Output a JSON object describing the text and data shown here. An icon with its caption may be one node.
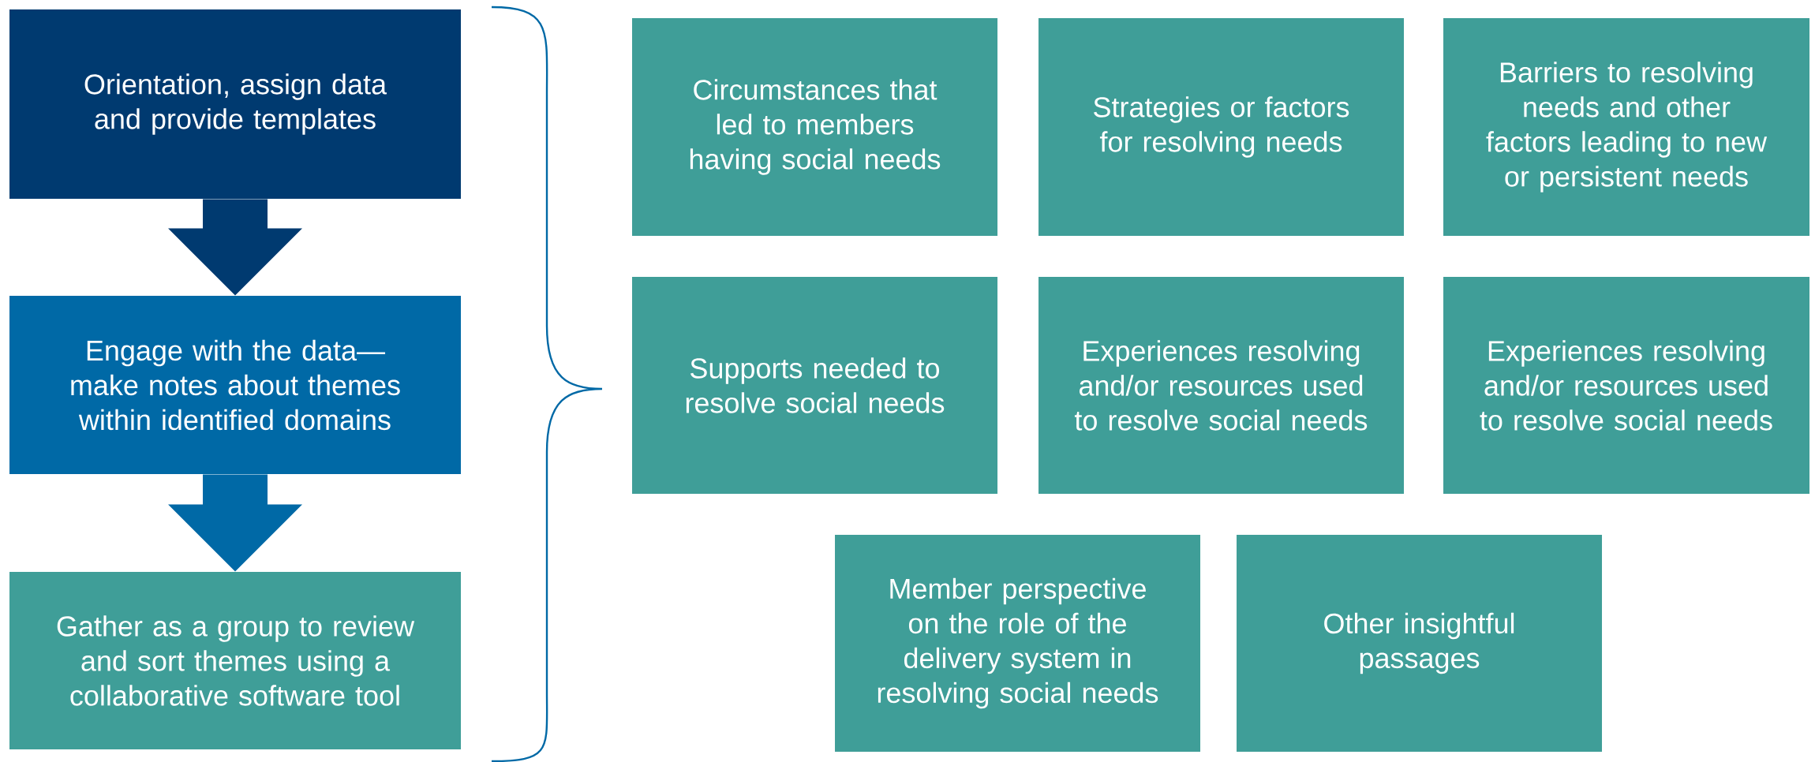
{
  "diagram": {
    "nodes": [
      {
        "text": [
          "Orientation, assign data and provide templates"
        ]
      },
      {
        "text": [
          "Engage with the data—make notes about themes within identified domains"
        ]
      },
      {
        "text": [
          "Gather as a group to review and sort themes using a collaborative software tool"
        ]
      },
      {
        "text": [
          "Circumstances that led to members having social needs"
        ]
      },
      {
        "text": [
          "Strategies or factors for resolving needs"
        ]
      },
      {
        "text": [
          "Barriers to resolving needs and other factors leading to new or persistent needs"
        ]
      },
      {
        "text": [
          "Supports needed to resolve social needs"
        ]
      },
      {
        "text": [
          "Experiences resolving and/or resources used to resolve social needs"
        ]
      },
      {
        "text": [
          "Experiences resolving and/or resources used to resolve social needs"
        ]
      },
      {
        "text": [
          "Member perspective on the role of the delivery system in resolving social needs"
        ]
      },
      {
        "text": [
          "Other insightful passages"
        ]
      }
    ],
    "edges": [
      {
        "from": 0,
        "to": 1,
        "arrow": "to"
      },
      {
        "from": 1,
        "to": 2,
        "arrow": "to"
      }
    ]
  }
}
